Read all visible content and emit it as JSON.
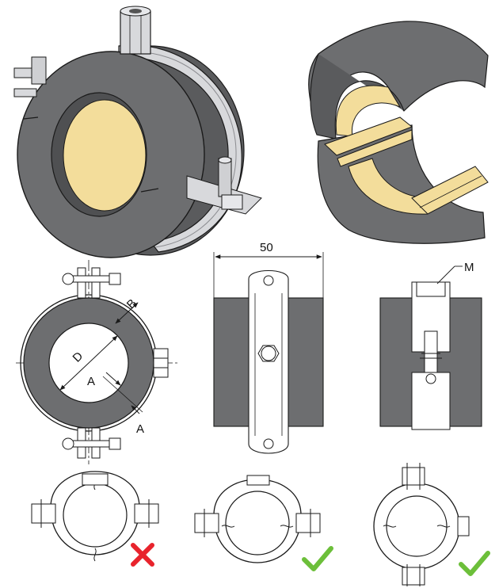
{
  "dimensions": {
    "width_label": "50",
    "thread_label": "M",
    "diameter_label": "D",
    "thickness_label": "B",
    "offset_label_inner": "A",
    "offset_label_outer": "A"
  },
  "colors": {
    "insulation": "#6d6e70",
    "insulation_dark": "#4f5052",
    "insert": "#f3dd9b",
    "metal": "#d8d9dc",
    "line": "#1a1a1a",
    "wrong": "#e8232c",
    "right": "#6cbf3a"
  },
  "icons": {
    "wrong": "cross-mark-icon",
    "correct": "check-mark-icon"
  }
}
